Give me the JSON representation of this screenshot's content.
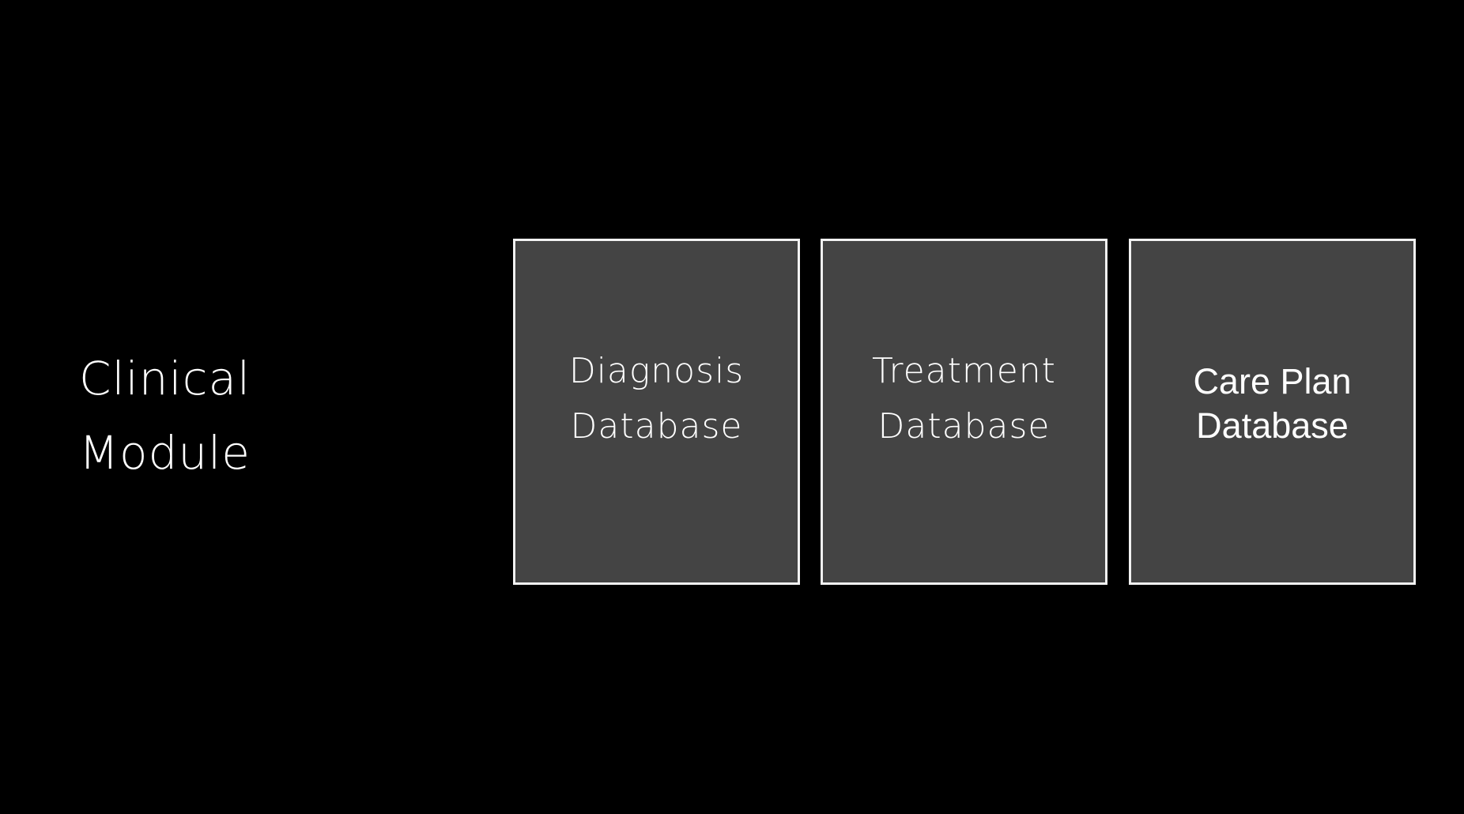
{
  "module": {
    "line1": "Clinical",
    "line2": "Module"
  },
  "databases": [
    {
      "line1": "Diagnosis",
      "line2": "Database"
    },
    {
      "line1": "Treatment",
      "line2": "Database"
    },
    {
      "line1": "Care Plan",
      "line2": "Database"
    }
  ],
  "colors": {
    "background": "#000000",
    "box_fill": "#444444",
    "box_border": "#f2f2f2",
    "text": "#ffffff"
  }
}
